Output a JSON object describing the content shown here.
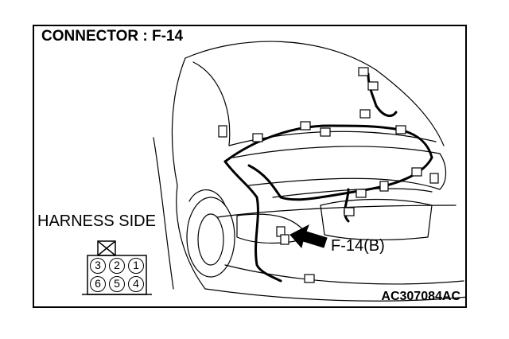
{
  "title": "CONNECTOR : F-14",
  "harness_side_label": "HARNESS SIDE",
  "callout_label": "F-14(B)",
  "diagram_code": "AC307084AC",
  "connector_pins": {
    "top_row": [
      "3",
      "2",
      "1"
    ],
    "bottom_row": [
      "6",
      "5",
      "4"
    ]
  }
}
